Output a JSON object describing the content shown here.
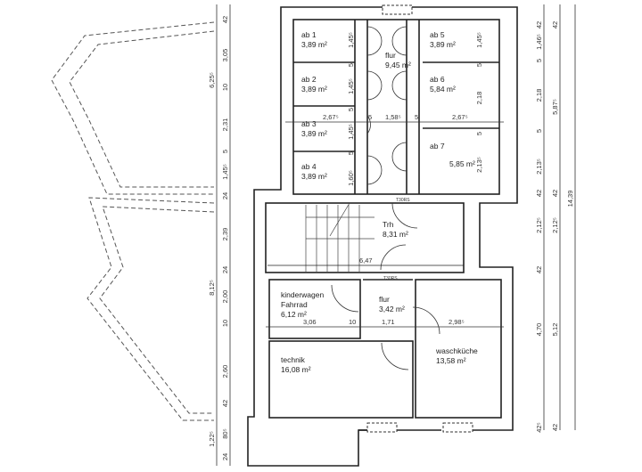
{
  "rooms": [
    {
      "name": "ab 1",
      "area": "3,89 m²"
    },
    {
      "name": "ab 2",
      "area": "3,89 m²"
    },
    {
      "name": "ab 3",
      "area": "3,89 m²"
    },
    {
      "name": "ab 4",
      "area": "3,89 m²"
    },
    {
      "name": "ab 5",
      "area": "3,89 m²"
    },
    {
      "name": "ab 6",
      "area": "5,84 m²"
    },
    {
      "name": "ab 7",
      "area": "5,85 m²"
    },
    {
      "name": "flur",
      "area": "9,45 m²"
    },
    {
      "name": "Trh",
      "area": "8,31 m²"
    },
    {
      "name": "kinderwagen\nFahrrad",
      "area": "6,12 m²"
    },
    {
      "name": "flur",
      "area": "3,42 m²"
    },
    {
      "name": "technik",
      "area": "16,08 m²"
    },
    {
      "name": "waschküche",
      "area": "13,58 m²"
    }
  ],
  "door_labels": [
    "T30RS",
    "T30RS"
  ],
  "dimensions": {
    "left_outer": [
      "6,25⁵",
      "8,12⁵",
      "1,22⁵"
    ],
    "left_inner": [
      "42",
      "3,05",
      "10",
      "2,31",
      "5",
      "1,45⁵",
      "24",
      "2,39",
      "24",
      "2,00",
      "10",
      "2,60",
      "42",
      "80⁵",
      "24"
    ],
    "right_1": [
      "42",
      "1,46⁵",
      "5",
      "2,18",
      "5",
      "2,13⁵",
      "42",
      "2,12⁵",
      "42",
      "4,70",
      "42⁵"
    ],
    "right_2": [
      "42",
      "5,87⁵",
      "42",
      "2,12⁵",
      "5,12",
      "42"
    ],
    "right_3": [
      "14,39"
    ],
    "upper_horizontal": [
      "2,67⁵",
      "5",
      "1,58⁵",
      "5",
      "2,67⁵"
    ],
    "lower_horizontal": [
      "3,06",
      "10",
      "1,71",
      "2,98⁵"
    ],
    "stair": [
      "6,47"
    ],
    "inner_left_vertical": [
      "1,45⁵",
      "5",
      "1,45⁵",
      "5",
      "1,45⁵",
      "5",
      "1,60⁵"
    ],
    "inner_right_vertical": [
      "1,45⁵",
      "5",
      "2,18",
      "5",
      "2,13⁵"
    ]
  }
}
